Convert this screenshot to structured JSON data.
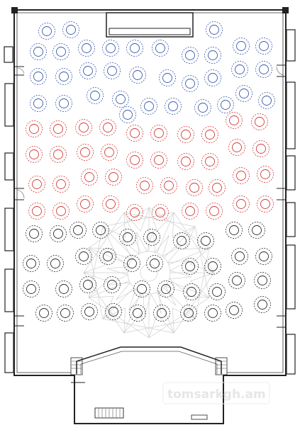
{
  "watermark": {
    "text": "tomsarkgh.am"
  },
  "colors": {
    "zone_blue": "#3b5aa8",
    "zone_red": "#d23a3a",
    "zone_black": "#2b2b2b",
    "ornament": "#cfcfcf",
    "walls": "#222222"
  },
  "zones": [
    {
      "name": "blue",
      "color": "#3b5aa8",
      "table_count": 36
    },
    {
      "name": "red",
      "color": "#d23a3a",
      "table_count": 40
    },
    {
      "name": "black",
      "color": "#2b2b2b",
      "table_count": 42
    }
  ]
}
